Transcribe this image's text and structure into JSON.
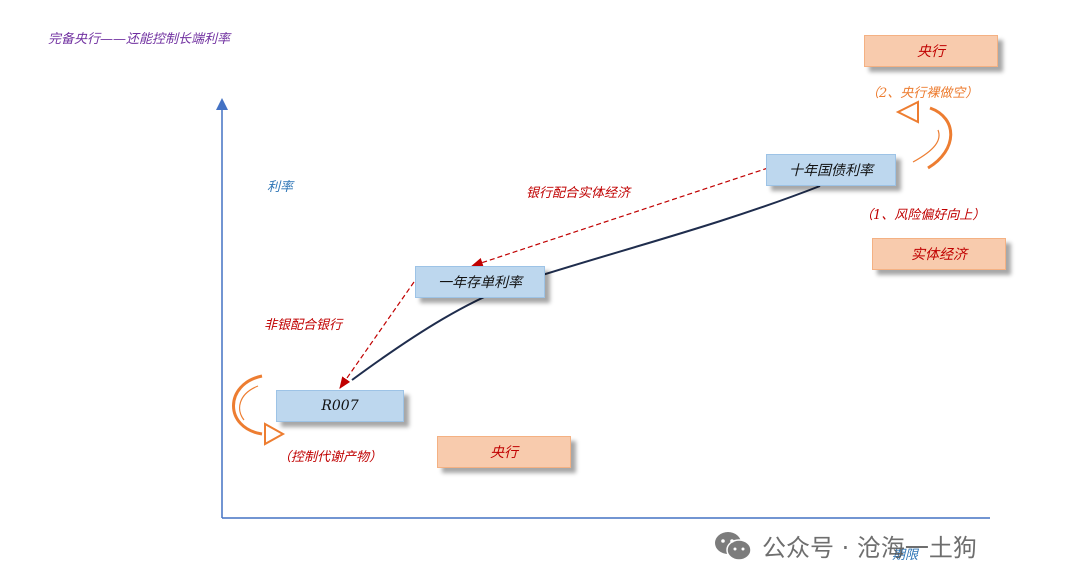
{
  "title": "完备央行——还能控制长端利率",
  "axes": {
    "y_label": "利率",
    "x_label": "期限"
  },
  "boxes": {
    "ten_year": "十年国债利率",
    "one_year": "一年存单利率",
    "r007": "R007",
    "central_bank_top": "央行",
    "real_economy": "实体经济",
    "central_bank_bottom": "央行"
  },
  "arrow_labels": {
    "bank_real_economy": "银行配合实体经济",
    "nonbank_bank": "非银配合银行"
  },
  "notes": {
    "central_bank_naked_short": "（2、央行裸做空）",
    "risk_preference_up": "（1、风险偏好向上）",
    "control_metabolite": "（控制代谢产物）"
  },
  "watermark": {
    "text": "公众号 · 沧海一土狗",
    "icon": "wechat-icon"
  },
  "colors": {
    "axis": "#4472c4",
    "red": "#c00000",
    "orange": "#ed7d31",
    "curve": "#1f2d4d",
    "title": "#7030a0"
  }
}
